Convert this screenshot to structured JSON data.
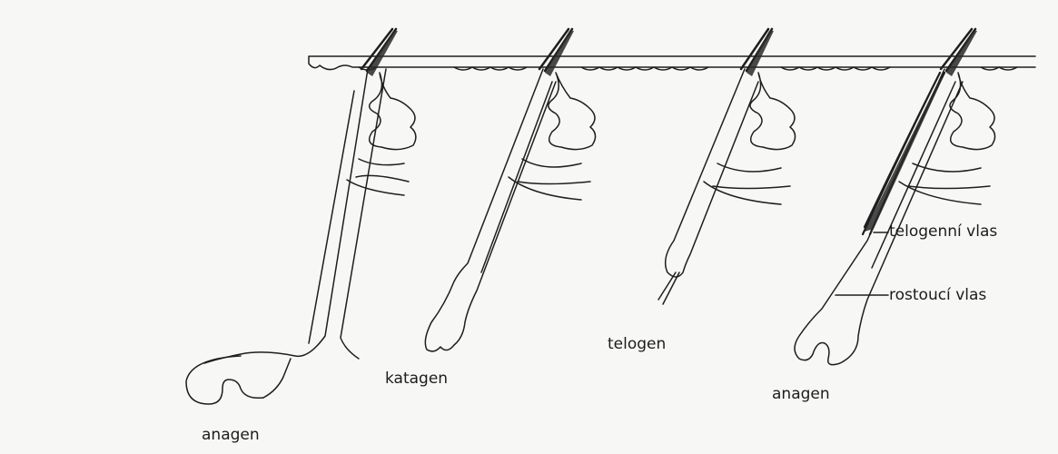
{
  "labels": {
    "anagen_1": "anagen",
    "katagen": "katagen",
    "telogen": "telogen",
    "anagen_2": "anagen",
    "telogenni_vlas": "telogenní vlas",
    "rostouci_vlas": "rostoucí vlas"
  },
  "colors": {
    "ink": "#1e1e1e",
    "paper": "#f7f7f5"
  }
}
